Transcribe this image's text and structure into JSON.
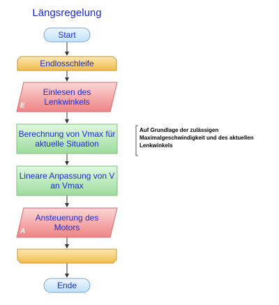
{
  "title": "Längsregelung",
  "nodes": {
    "start": "Start",
    "loop": "Endlosschleife",
    "read": "Einlesen des Lenkwinkels",
    "read_marker": "E",
    "calc": "Berechnung von Vmax für aktuelle Situation",
    "adjust": "Lineare Anpassung von V an Vmax",
    "control": "Ansteuerung des Motors",
    "control_marker": "A",
    "loop_end": "",
    "end": "Ende"
  },
  "comment": "Auf Grundlage der zulässigen Maximalgeschwindigkeit und des aktuellen Lenkwinkels",
  "colors": {
    "title": "#1a2ccf",
    "terminal_fill": "#d9efff",
    "loop_fill": "#f6d27a",
    "io_fill": "#f5a5a6",
    "process_fill": "#b6eab6",
    "line": "#333333"
  }
}
